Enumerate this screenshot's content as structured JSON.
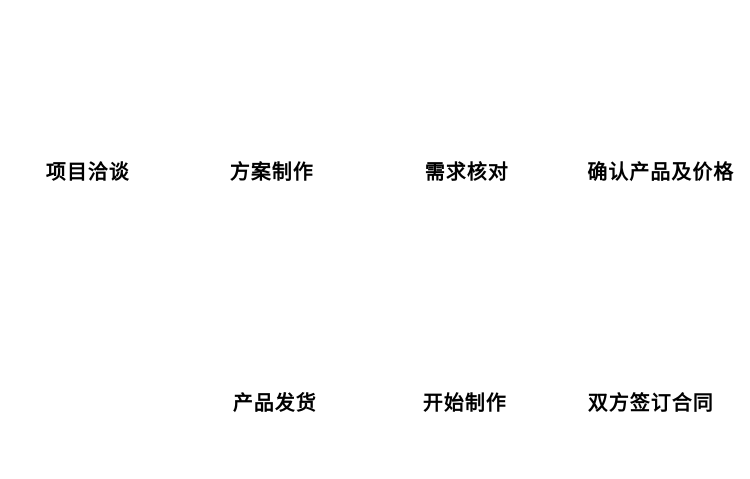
{
  "diagram": {
    "type": "process-flow",
    "background_color": "#ffffff",
    "text_color": "#000000",
    "steps": [
      {
        "label": "项目洽谈"
      },
      {
        "label": "方案制作"
      },
      {
        "label": "需求核对"
      },
      {
        "label": "确认产品及价格"
      },
      {
        "label": "双方签订合同"
      },
      {
        "label": "开始制作"
      },
      {
        "label": "产品发货"
      }
    ]
  }
}
